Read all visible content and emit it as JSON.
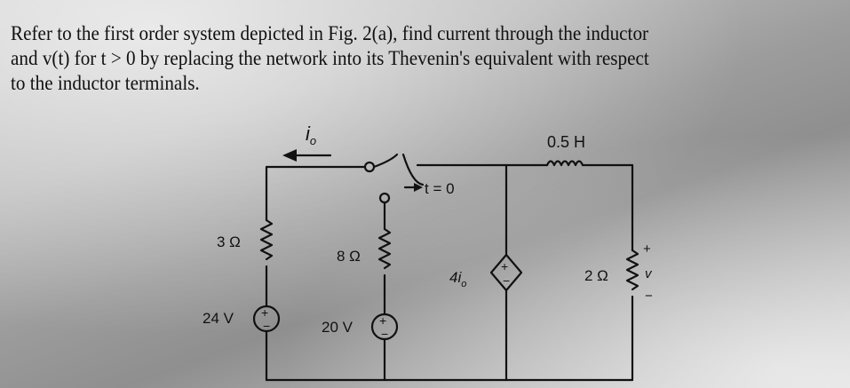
{
  "problem": {
    "line1": "Refer to the first order system depicted in Fig. 2(a), find current through the inductor",
    "line2": "and v(t) for t > 0 by replacing the network into its Thevenin's equivalent with respect",
    "line3": "to the inductor terminals."
  },
  "figure": {
    "current_label": "i",
    "current_subscript": "o",
    "switch_time_label": "t = 0",
    "inductor_label": "0.5 H",
    "r1_label": "3 Ω",
    "r2_label": "8 Ω",
    "r3_label": "2 Ω",
    "dep_source_label": "4i",
    "dep_source_subscript": "o",
    "v1_label": "24 V",
    "v2_label": "20 V",
    "plus_sign": "+",
    "minus_sign": "−",
    "v_label": "v"
  }
}
